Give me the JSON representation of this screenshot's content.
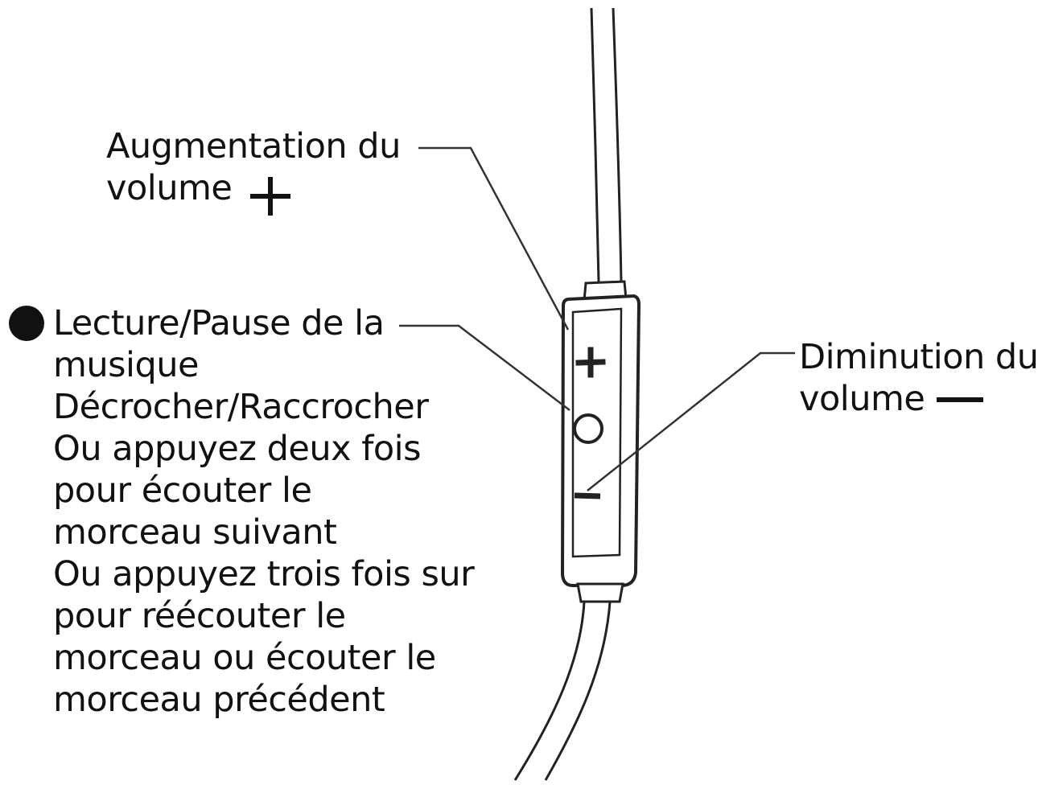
{
  "labels": {
    "volume_up": {
      "line1": "Augmentation du",
      "line2": "volume",
      "icon": "plus-icon"
    },
    "volume_down": {
      "line1": "Diminution du",
      "line2": "volume",
      "icon": "minus-icon"
    },
    "play_pause": {
      "icon": "filled-circle-bullet-icon",
      "lines": [
        "Lecture/Pause de la",
        "musique",
        "Décrocher/Raccrocher",
        "Ou appuyez deux fois",
        "pour écouter le",
        "morceau suivant",
        "Ou appuyez trois fois sur",
        "pour réécouter le",
        "morceau ou écouter le",
        "morceau précédent"
      ]
    }
  },
  "remote": {
    "buttons": [
      "plus-icon",
      "circle-button-icon",
      "minus-icon"
    ]
  },
  "colors": {
    "ink": "#111111",
    "line": "#333333",
    "background": "#ffffff"
  }
}
